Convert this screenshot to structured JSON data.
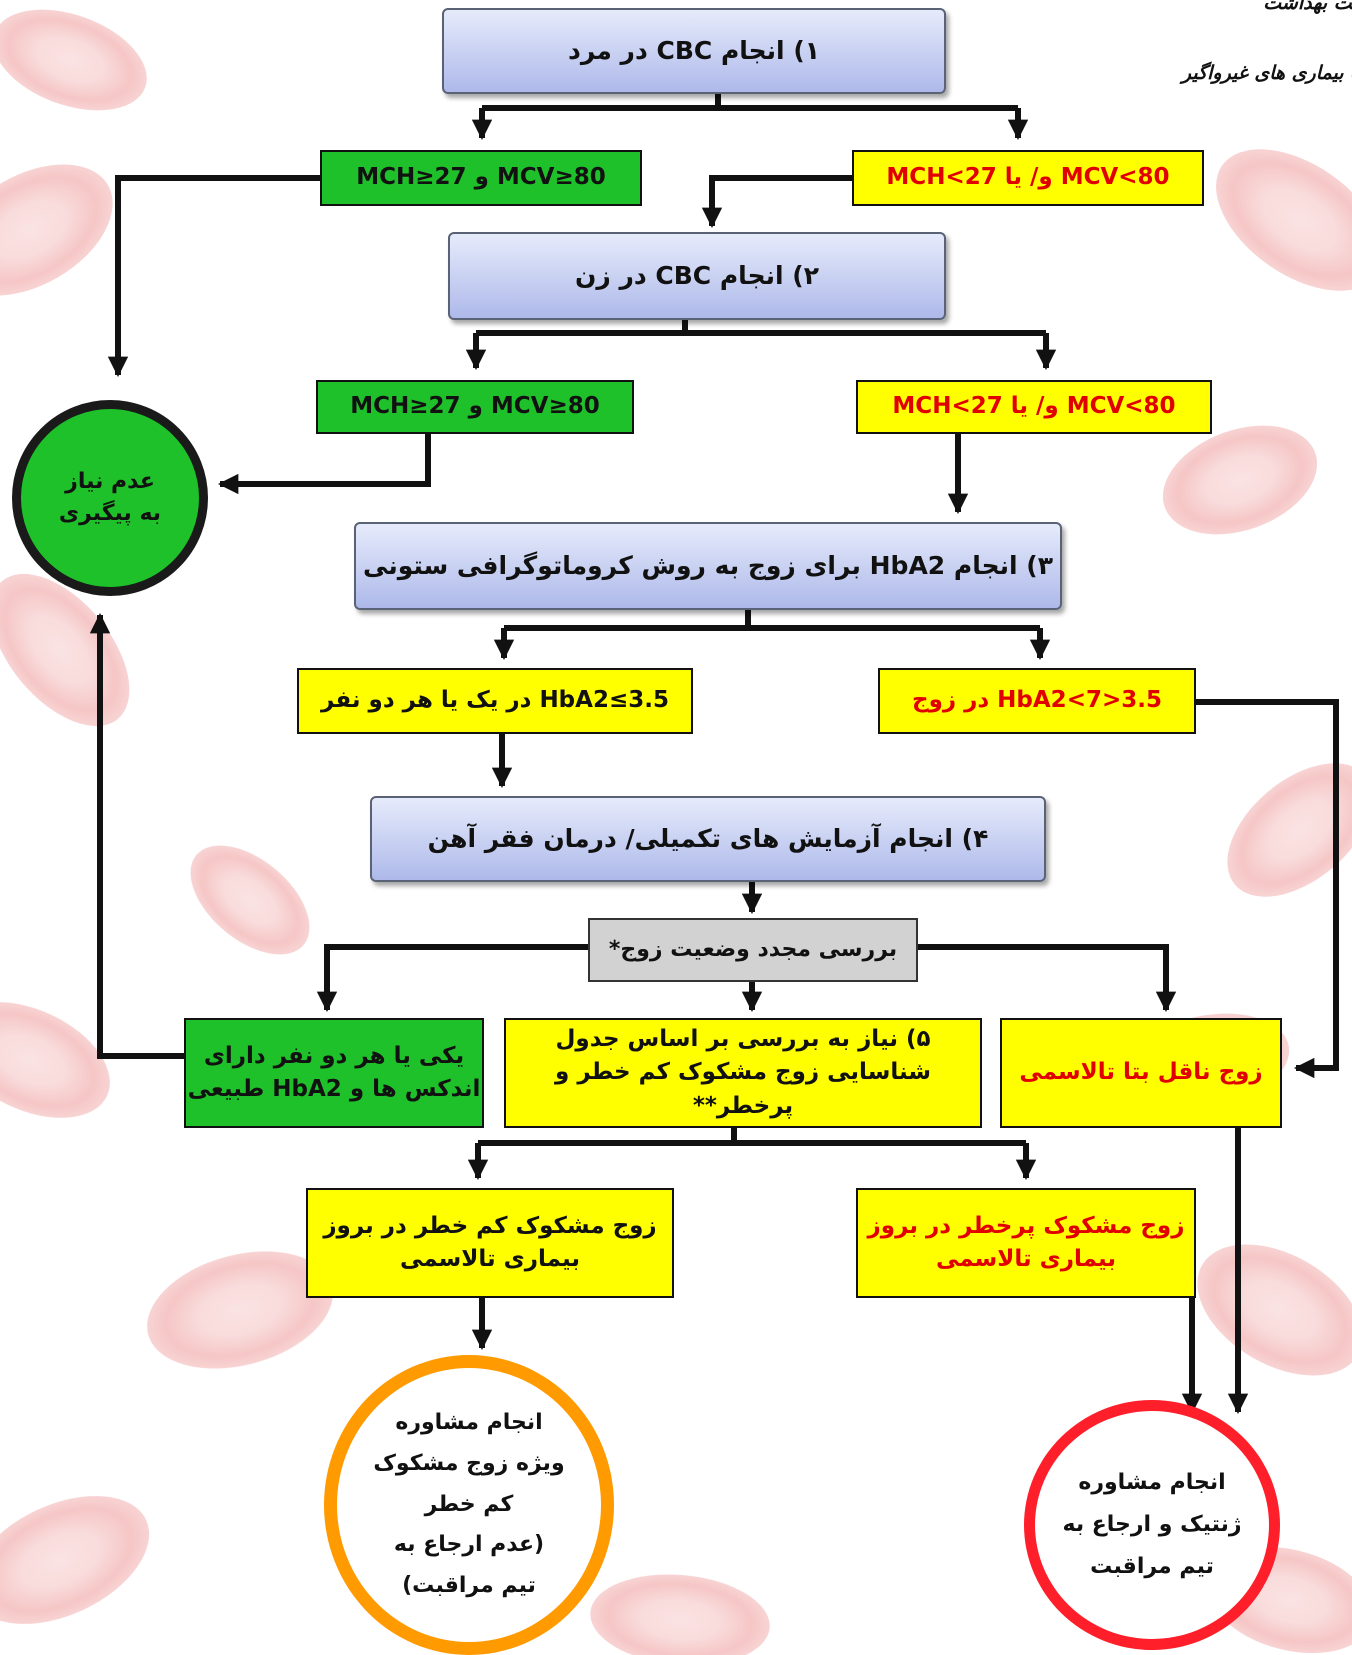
{
  "header": {
    "line1": "معاونت بهداشت",
    "line2": "مدیریت بیماری های غیرواگیر"
  },
  "steps": {
    "s1": "۱)  انجام CBC در مرد",
    "s2": "۲)  انجام CBC در زن",
    "s3": "۳)  انجام HbA2 برای زوج به روش کروماتوگرافی ستونی",
    "s4": "۴)  انجام آزمایش های تکمیلی/ درمان فقر آهن",
    "review": "بررسی مجدد وضعیت زوج*",
    "s5_line1": "۵)  نیاز به بررسی بر اساس جدول",
    "s5_line2": "شناسایی زوج مشکوک کم خطر و پرخطر**"
  },
  "conditions": {
    "man_normal": "MCV≥80 و MCH≥27",
    "man_abnormal": "MCV<80 و/ یا MCH<27",
    "woman_normal": "MCV≥80 و MCH≥27",
    "woman_abnormal": "MCV<80 و/ یا MCH<27",
    "hba2_low": "HbA2≤3.5 در یک یا هر دو نفر",
    "hba2_high": "3.5<HbA2<7 در زوج",
    "normal_indices_l1": "یکی یا هر دو نفر دارای",
    "normal_indices_l2": "اندکس ها و HbA2 طبیعی",
    "beta_carrier": "زوج ناقل بتا تالاسمی",
    "low_risk_l1": "زوج مشکوک کم خطر در بروز",
    "low_risk_l2": "بیماری تالاسمی",
    "high_risk_l1": "زوج مشکوک پرخطر در بروز",
    "high_risk_l2": "بیماری تالاسمی"
  },
  "outcomes": {
    "no_followup_l1": "عدم نیاز",
    "no_followup_l2": "به پیگیری",
    "low_counsel_l1": "انجام مشاوره",
    "low_counsel_l2": "ویژه زوج مشکوک",
    "low_counsel_l3": "کم خطر",
    "low_counsel_l4": "(عدم ارجاع به",
    "low_counsel_l5": "تیم مراقبت)",
    "high_counsel_l1": "انجام مشاوره",
    "high_counsel_l2": "ژنتیک و ارجاع به",
    "high_counsel_l3": "تیم مراقبت"
  },
  "colors": {
    "step_fill": "#b8c2ee",
    "normal_green": "#1fc12a",
    "caution_yellow": "#ffff00",
    "alert_red_text": "#e00000",
    "review_gray": "#d2d2d2",
    "circle_green_border": "#1a1a1a",
    "circle_orange_border": "#ff9a00",
    "circle_red_border": "#ff1f2a"
  }
}
